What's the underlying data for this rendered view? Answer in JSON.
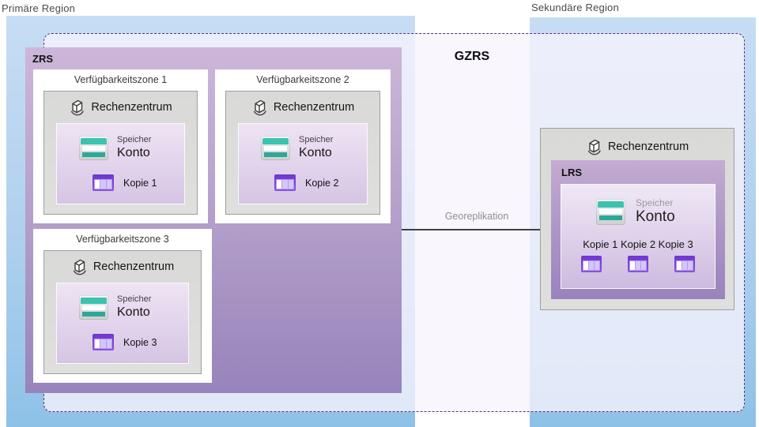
{
  "regions": {
    "primary": {
      "label": "Primäre Region"
    },
    "secondary": {
      "label": "Sekundäre Region"
    }
  },
  "gzrs": {
    "label": "GZRS"
  },
  "zrs": {
    "label": "ZRS",
    "zones": [
      {
        "title": "Verfügbarkeitszone 1",
        "datacenter": "Rechenzentrum",
        "storage": {
          "line1": "Speicher",
          "line2": "Konto"
        },
        "copy": "Kopie 1"
      },
      {
        "title": "Verfügbarkeitszone 2",
        "datacenter": "Rechenzentrum",
        "storage": {
          "line1": "Speicher",
          "line2": "Konto"
        },
        "copy": "Kopie 2"
      },
      {
        "title": "Verfügbarkeitszone 3",
        "datacenter": "Rechenzentrum",
        "storage": {
          "line1": "Speicher",
          "line2": "Konto"
        },
        "copy": "Kopie 3"
      }
    ]
  },
  "georeplication": {
    "label": "Georeplikation"
  },
  "secondary_dc": {
    "datacenter": "Rechenzentrum",
    "lrs_label": "LRS",
    "storage": {
      "line1": "Speicher",
      "line2": "Konto"
    },
    "copies_line": "Kopie 1 Kopie 2 Kopie 3"
  },
  "icons": {
    "datacenter": "building-sketch-icon",
    "storage_account": "storage-account-icon",
    "copy": "table-icon"
  },
  "colors": {
    "region_blue_top": "#c7ddf4",
    "region_blue_bottom": "#8ec1e7",
    "gzrs_border": "#55307c",
    "gzrs_fill": "#f7f4fc",
    "zrs_purple_top": "#cdb6d9",
    "zrs_purple_bottom": "#9883bb",
    "datacenter_gray": "#dbdbd9",
    "panel_lilac_top": "#eee4f3",
    "panel_lilac_bottom": "#d5c5e4",
    "storage_teal": "#3cc3b0",
    "storage_teal_dark": "#2ba899",
    "table_purple": "#6f35cf",
    "arrow_gray": "#3f3f3f"
  }
}
